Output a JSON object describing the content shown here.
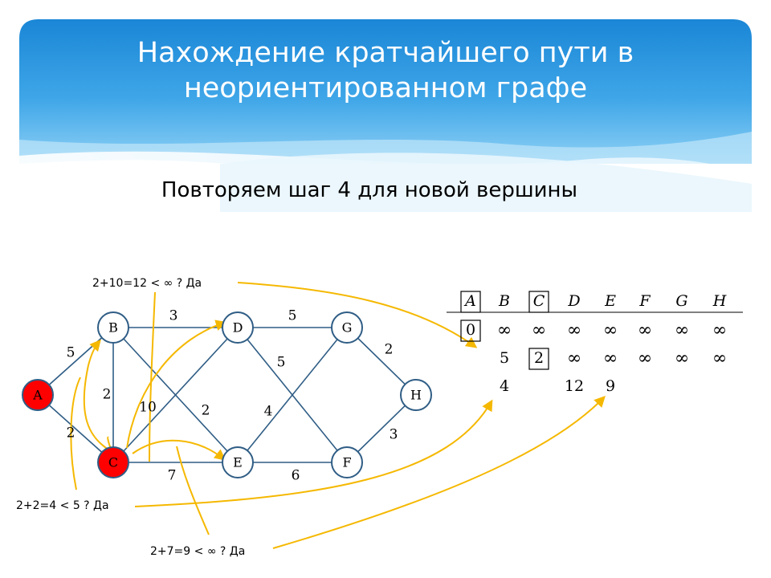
{
  "slide": {
    "title_line1": "Нахождение кратчайшего пути в",
    "title_line2": "неориентированном графе",
    "subtitle": "Повторяем шаг 4 для новой вершины"
  },
  "colors": {
    "node_fill": "#ffffff",
    "node_stroke": "#2f5d85",
    "node_highlight": "#ff0000",
    "edge": "#2f5d85",
    "arrow": "#f5b800",
    "banner_top": "#1e8fdc",
    "banner_bottom": "#9ed8f7"
  },
  "graph": {
    "nodes": [
      {
        "id": "A",
        "label": "A",
        "highlight": true
      },
      {
        "id": "B",
        "label": "B",
        "highlight": false
      },
      {
        "id": "C",
        "label": "C",
        "highlight": true
      },
      {
        "id": "D",
        "label": "D",
        "highlight": false
      },
      {
        "id": "E",
        "label": "E",
        "highlight": false
      },
      {
        "id": "F",
        "label": "F",
        "highlight": false
      },
      {
        "id": "G",
        "label": "G",
        "highlight": false
      },
      {
        "id": "H",
        "label": "H",
        "highlight": false
      }
    ],
    "edges": [
      {
        "from": "A",
        "to": "B",
        "weight": "5"
      },
      {
        "from": "A",
        "to": "C",
        "weight": "2"
      },
      {
        "from": "B",
        "to": "C",
        "weight": "2"
      },
      {
        "from": "B",
        "to": "D",
        "weight": "3"
      },
      {
        "from": "B",
        "to": "E",
        "weight": "2"
      },
      {
        "from": "C",
        "to": "D",
        "weight": "10"
      },
      {
        "from": "C",
        "to": "E",
        "weight": "7"
      },
      {
        "from": "D",
        "to": "G",
        "weight": "5"
      },
      {
        "from": "D",
        "to": "F",
        "weight": "5"
      },
      {
        "from": "E",
        "to": "G",
        "weight": "4"
      },
      {
        "from": "E",
        "to": "F",
        "weight": "6"
      },
      {
        "from": "G",
        "to": "H",
        "weight": "2"
      },
      {
        "from": "F",
        "to": "H",
        "weight": "3"
      }
    ]
  },
  "table": {
    "headers": [
      "A",
      "B",
      "C",
      "D",
      "E",
      "F",
      "G",
      "H"
    ],
    "boxed_headers": [
      "A",
      "C"
    ],
    "rows": [
      [
        "0",
        "∞",
        "∞",
        "∞",
        "∞",
        "∞",
        "∞",
        "∞"
      ],
      [
        "",
        "5",
        "2",
        "∞",
        "∞",
        "∞",
        "∞",
        "∞"
      ],
      [
        "",
        "4",
        "",
        "12",
        "9",
        "",
        "",
        ""
      ]
    ],
    "boxed_cells": [
      [
        0,
        0
      ],
      [
        1,
        2
      ]
    ]
  },
  "annotations": [
    {
      "id": "ann-top",
      "text": "2+10=12 < ∞ ? Да"
    },
    {
      "id": "ann-left",
      "text": "2+2=4 < 5 ? Да"
    },
    {
      "id": "ann-bottom",
      "text": "2+7=9 < ∞ ? Да"
    }
  ]
}
